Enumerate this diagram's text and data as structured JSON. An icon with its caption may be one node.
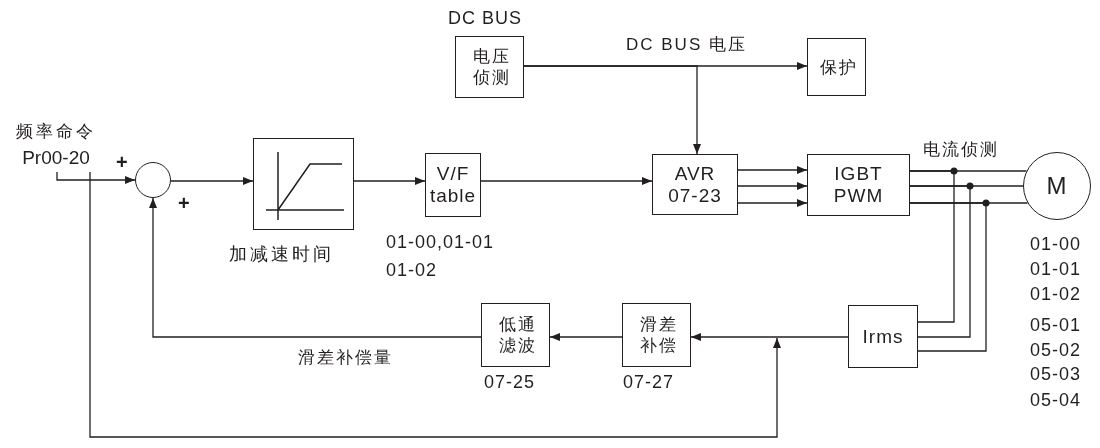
{
  "diagram": {
    "nodes": [
      {
        "text": [
          "频率命令",
          "Pr00-20"
        ]
      },
      {
        "text": [],
        "shape": "circle",
        "beside": [
          "+",
          "+"
        ]
      },
      {
        "text": [],
        "shape": "box",
        "beside": [
          "加减速时间"
        ]
      },
      {
        "text": [
          "V/F table"
        ],
        "beside": [
          "01-00,01-01",
          "01-02"
        ]
      },
      {
        "text": [
          "DC BUS",
          "电压侦测"
        ]
      },
      {
        "text": [
          "保护"
        ]
      },
      {
        "text": [
          "AVR 07-23"
        ]
      },
      {
        "text": [
          "IGBT PWM"
        ]
      },
      {
        "text": [
          "M"
        ],
        "beside": [
          "01-00",
          "01-01",
          "01-02",
          "05-01",
          "05-02",
          "05-03",
          "05-04"
        ]
      },
      {
        "text": [
          "Irms"
        ]
      },
      {
        "text": [
          "滑差补偿"
        ],
        "beside": [
          "07-27"
        ]
      },
      {
        "text": [
          "低通滤波"
        ],
        "beside": [
          "07-25"
        ]
      }
    ],
    "edges": [
      {
        "from": 0,
        "to": 1,
        "arrow": "to"
      },
      {
        "from": 1,
        "to": 2,
        "arrow": "to"
      },
      {
        "from": 2,
        "to": 3,
        "arrow": "to"
      },
      {
        "from": 3,
        "to": 6,
        "arrow": "to"
      },
      {
        "from": 4,
        "to": 5,
        "arrow": "to",
        "label": "DC BUS 电压"
      },
      {
        "from": 4,
        "to": 6,
        "arrow": "to"
      },
      {
        "from": 6,
        "to": 7,
        "arrow": "to"
      },
      {
        "from": 6,
        "to": 7,
        "arrow": "to"
      },
      {
        "from": 6,
        "to": 7,
        "arrow": "to"
      },
      {
        "from": 7,
        "to": 8,
        "arrow": "none"
      },
      {
        "from": 7,
        "to": 8,
        "arrow": "none"
      },
      {
        "from": 7,
        "to": 8,
        "arrow": "none"
      },
      {
        "from": 7,
        "to": 9,
        "arrow": "none"
      },
      {
        "from": 7,
        "to": 9,
        "arrow": "none"
      },
      {
        "from": 7,
        "to": 9,
        "arrow": "none"
      },
      {
        "from": 9,
        "to": 10,
        "arrow": "to"
      },
      {
        "from": 0,
        "to": null,
        "arrow": "to"
      },
      {
        "from": 10,
        "to": 11,
        "arrow": "to"
      },
      {
        "from": 11,
        "to": 1,
        "arrow": "to",
        "label": "滑差补偿量"
      }
    ],
    "labels": [
      "电流侦测"
    ]
  }
}
